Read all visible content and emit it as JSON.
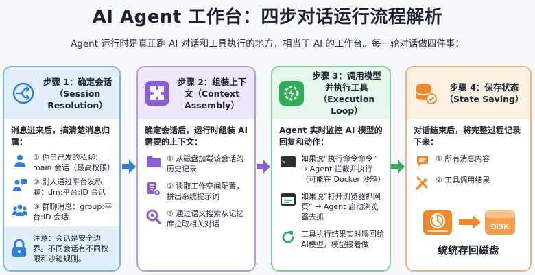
{
  "header": {
    "title": "AI Agent 工作台：四步对话运行流程解析",
    "subtitle": "Agent 运行时是真正跑 AI 对话和工具执行的地方，相当于 AI 的工作台。每一轮对话做四件事："
  },
  "steps": [
    {
      "title": "步骤 1：确定会话（Session Resolution）",
      "intro": "消息进来后，搞清楚消息归属：",
      "items": [
        "① 你自己发的私聊：main 会话（最高权限）",
        "② 别人通过平台发私聊：dm:平台:ID 会话",
        "③ 群聊消息：group:平台:ID 会话"
      ],
      "note": "注意：会话是安全边界。不同会话有不同权限和沙箱规则。"
    },
    {
      "title": "步骤 2：组装上下文（Context Assembly）",
      "intro": "确定会话后，运行时组装 AI 需要的上下文：",
      "items": [
        "① 从磁盘加载该会话的历史记录",
        "② 读取工作空间配置，拼出系统提示词",
        "③ 通过语义搜索从记忆库拉取相关对话"
      ]
    },
    {
      "title": "步骤 3：调用模型并执行工具（Execution Loop）",
      "intro": "Agent 实时监控 AI 模型的回复和动作：",
      "items": [
        "如果说“执行命令命令” → Agent 拦截并执行（可能在 Docker 沙箱）",
        "如果说“打开浏览器抓网页” → Agent 启动浏览器去抓",
        "工具执行结果实时喂回给AI模型，模型接着做"
      ]
    },
    {
      "title": "步骤 4：保存状态（State Saving）",
      "intro": "对话结束后，将完整过程记录下来：",
      "items": [
        "① 所有消息内容",
        "② 工具调用结果"
      ],
      "disk_label": "DISK",
      "final": "统统存回磁盘"
    }
  ],
  "colors": {
    "blue": "#2f7fd8",
    "purple": "#8a5fd6",
    "green": "#2fae5a",
    "orange": "#ee8a2b"
  }
}
